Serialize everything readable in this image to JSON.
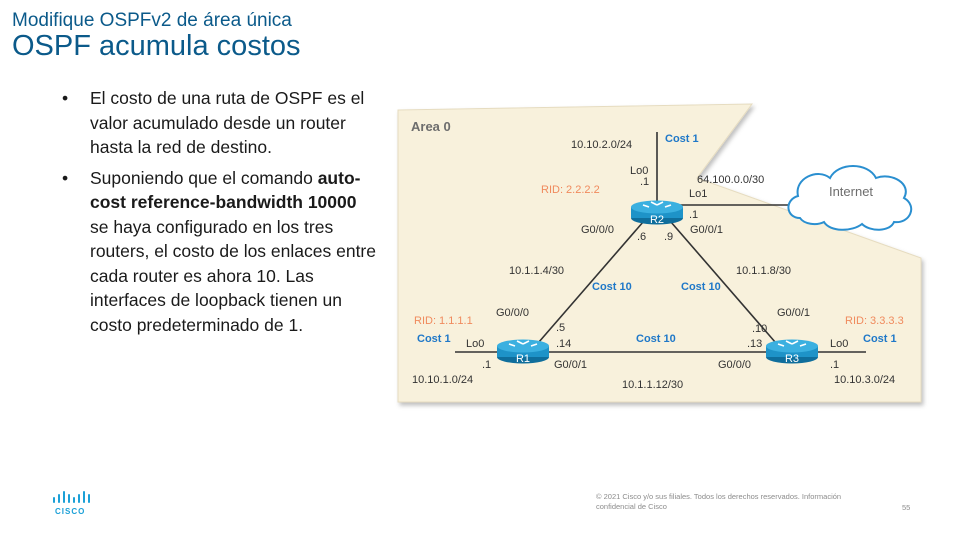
{
  "header": {
    "subtitle": "Modifique OSPFv2 de área única",
    "title": "OSPF acumula costos"
  },
  "bullets": [
    {
      "parts": [
        {
          "text": "El costo de una ruta de OSPF es el valor acumulado desde un router hasta la red de destino.",
          "bold": false
        }
      ]
    },
    {
      "parts": [
        {
          "text": "Suponiendo que el comando ",
          "bold": false
        },
        {
          "text": "auto-cost reference-bandwidth 10000",
          "bold": true
        },
        {
          "text": " se haya configurado en los tres routers, el costo de los enlaces entre cada router es ahora 10. Las interfaces de loopback tienen un costo predeterminado de 1.",
          "bold": false
        }
      ]
    }
  ],
  "diagram": {
    "area_label": "Area 0",
    "internet_label": "Internet",
    "routers": {
      "r1": {
        "name": "R1",
        "rid": "RID: 1.1.1.1"
      },
      "r2": {
        "name": "R2",
        "rid": "RID: 2.2.2.2"
      },
      "r3": {
        "name": "R3",
        "rid": "RID: 3.3.3.3"
      }
    },
    "labels": {
      "r2_lo_net": "10.10.2.0/24",
      "r2_lo_cost": "Cost 1",
      "r2_lo0": "Lo0",
      "r2_lo0_host": ".1",
      "r2_lo1": "Lo1",
      "r2_lo1_host": ".1",
      "r2_internet_net": "64.100.0.0/30",
      "r2_g000": "G0/0/0",
      "r2_g000_host": ".6",
      "r2_g001": "G0/0/1",
      "r2_g001_host": ".9",
      "net_r1_r2": "10.1.1.4/30",
      "cost_r1_r2": "Cost 10",
      "net_r2_r3": "10.1.1.8/30",
      "cost_r2_r3": "Cost 10",
      "r1_g000": "G0/0/0",
      "r1_g000_host": ".5",
      "r1_g001_host": ".14",
      "r1_g001": "G0/0/1",
      "r1_lo0": "Lo0",
      "r1_lo0_host": ".1",
      "r1_lo_cost": "Cost 1",
      "r1_lo_net": "10.10.1.0/24",
      "cost_r1_r3": "Cost 10",
      "net_r1_r3": "10.1.1.12/30",
      "r3_g001": "G0/0/1",
      "r3_g001_host": ".10",
      "r3_g000_host": ".13",
      "r3_g000": "G0/0/0",
      "r3_lo0": "Lo0",
      "r3_lo0_host": ".1",
      "r3_lo_cost": "Cost 1",
      "r3_lo_net": "10.10.3.0/24"
    }
  },
  "footer": {
    "copyright": "© 2021 Cisco y/o sus filiales. Todos los derechos reservados.    Información confidencial de Cisco",
    "page": "55",
    "logo_text": "CISCO"
  },
  "colors": {
    "title": "#0b5a8a",
    "area_fill": "#f8f1dc",
    "label_blue": "#1f78c8",
    "rid_orange": "#f08a5d",
    "router": "#1e93c8"
  }
}
